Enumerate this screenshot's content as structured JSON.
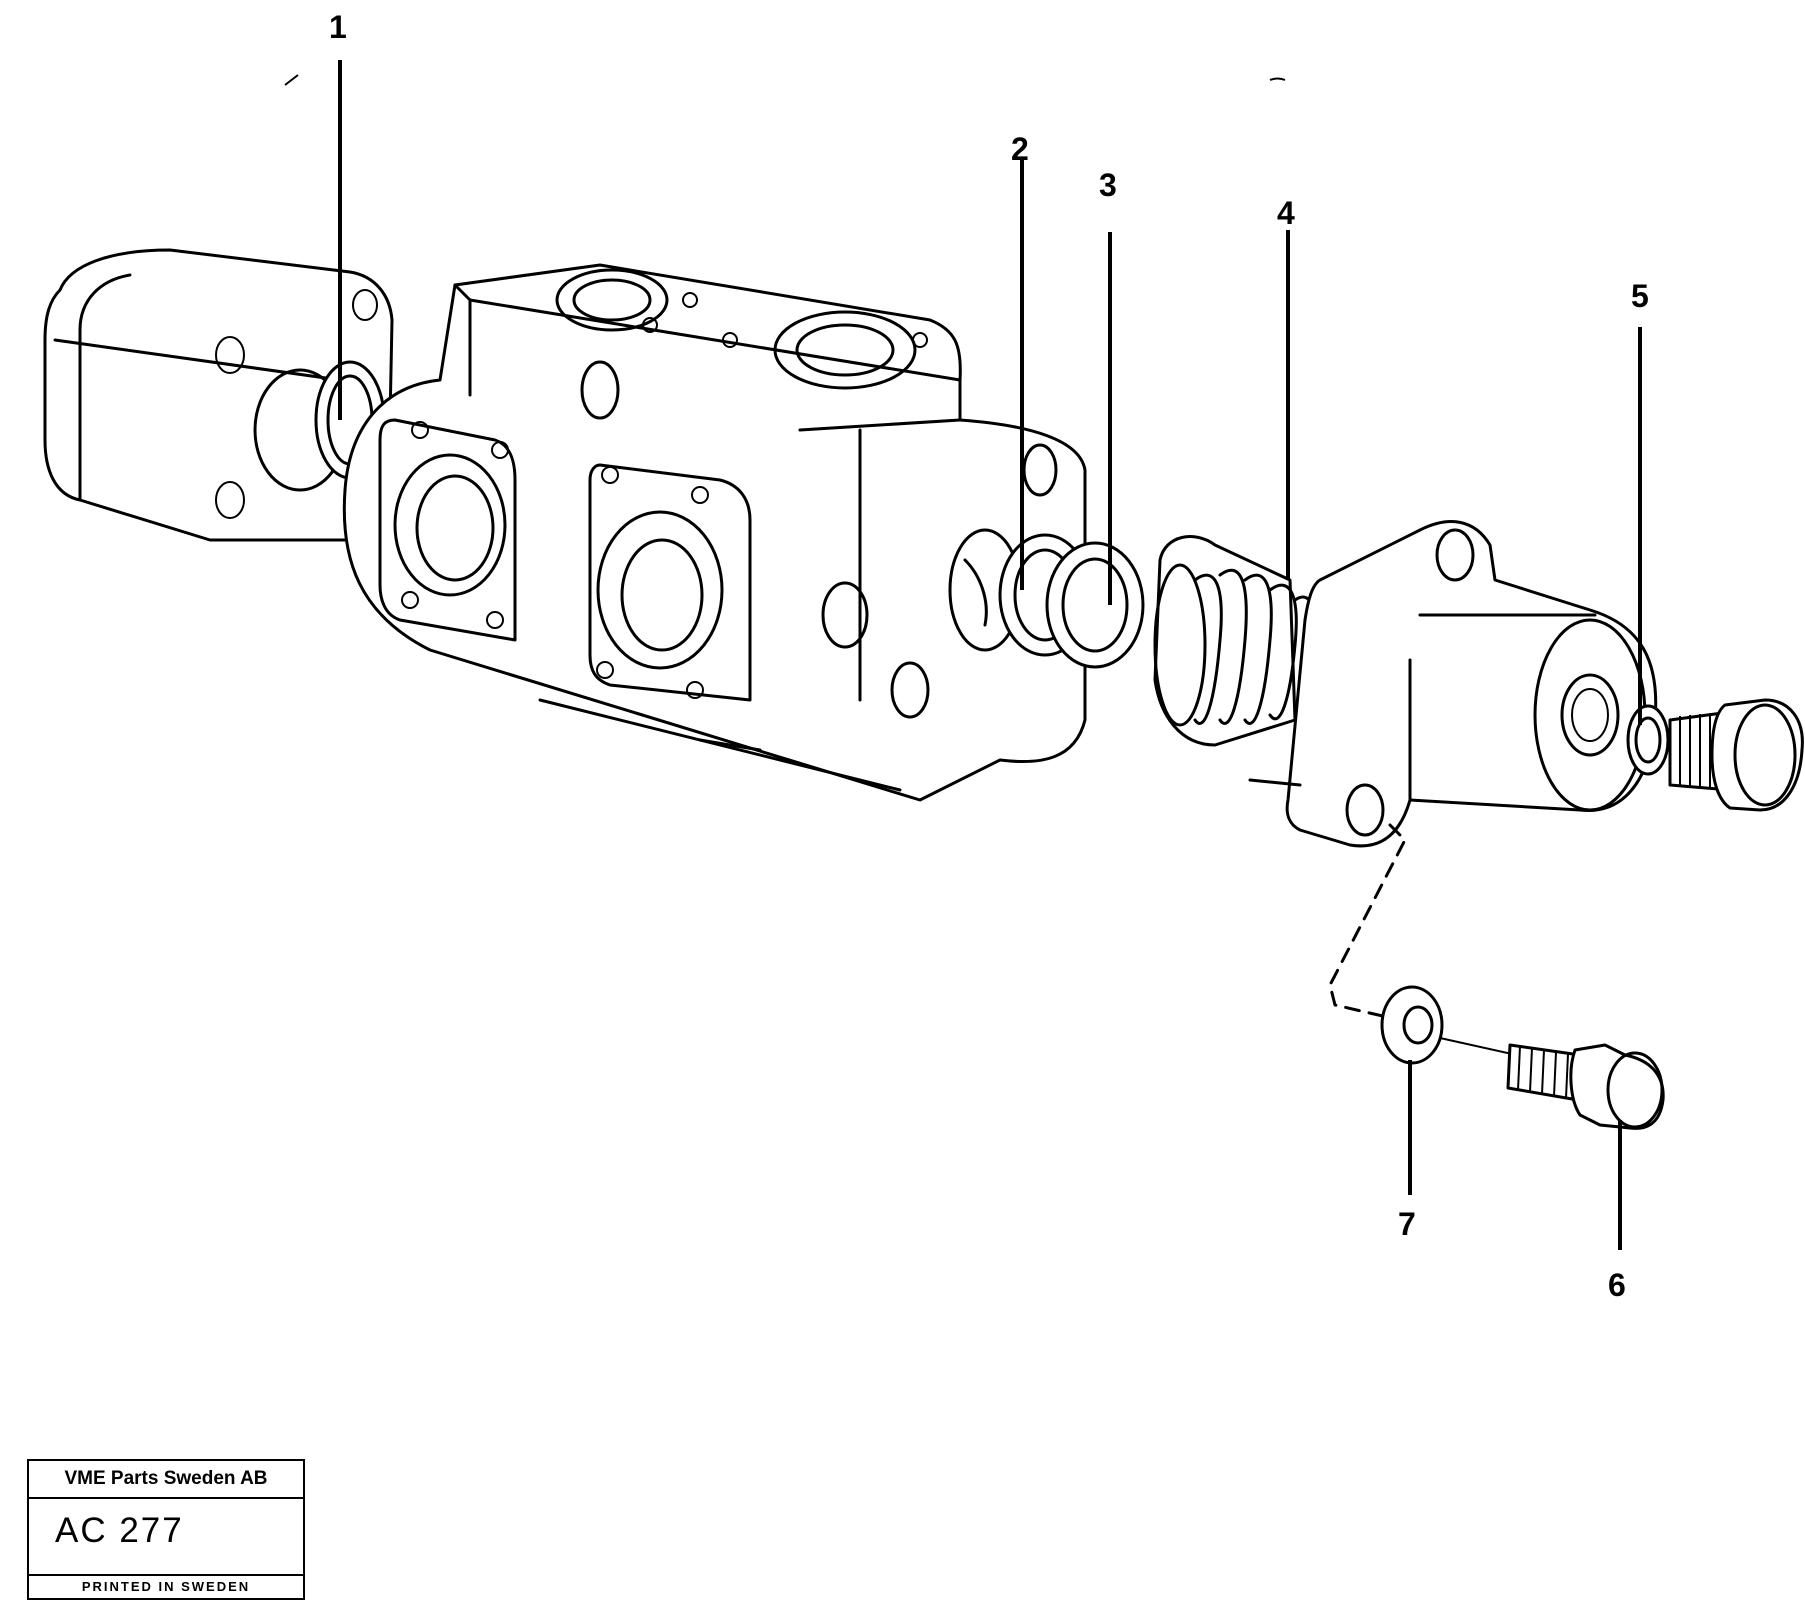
{
  "callouts": {
    "c1": "1",
    "c2": "2",
    "c3": "3",
    "c4": "4",
    "c5": "5",
    "c6": "6",
    "c7": "7"
  },
  "title_block": {
    "company": "VME Parts Sweden AB",
    "code": "AC 277",
    "printed": "PRINTED IN SWEDEN"
  }
}
